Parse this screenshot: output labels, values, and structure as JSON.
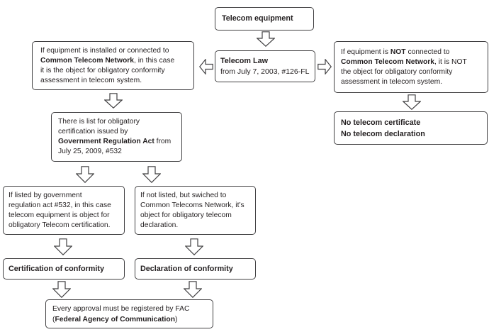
{
  "diagram": {
    "description": "Telecom equipment obligatory conformity assessment flowchart",
    "colors": {
      "border": "#414042",
      "text": "#231f20",
      "background": "#ffffff",
      "arrow_fill": "#ffffff"
    },
    "boxes": {
      "telecom_equipment": {
        "lines": [
          [
            {
              "t": "Telecom equipment",
              "b": true
            }
          ]
        ]
      },
      "telecom_law": {
        "lines": [
          [
            {
              "t": "Telecom Law",
              "b": true
            }
          ],
          [
            {
              "t": "from July 7, 2003, #126-FL",
              "b": false
            }
          ]
        ]
      },
      "connected": {
        "lines": [
          [
            {
              "t": "If equipment is installed or connected to",
              "b": false
            }
          ],
          [
            {
              "t": "Common Telecom Network",
              "b": true
            },
            {
              "t": ", in this case",
              "b": false
            }
          ],
          [
            {
              "t": "it is the object for obligatory conformity",
              "b": false
            }
          ],
          [
            {
              "t": "assessment in telecom system.",
              "b": false
            }
          ]
        ]
      },
      "not_connected": {
        "lines": [
          [
            {
              "t": "If equipment is ",
              "b": false
            },
            {
              "t": "NOT",
              "b": true
            },
            {
              "t": " connected to",
              "b": false
            }
          ],
          [
            {
              "t": "Common Telecom Network",
              "b": true
            },
            {
              "t": ", it is NOT",
              "b": false
            }
          ],
          [
            {
              "t": "the object for obligatory conformity",
              "b": false
            }
          ],
          [
            {
              "t": "assessment in telecom system.",
              "b": false
            }
          ]
        ]
      },
      "no_telecom": {
        "lines": [
          [
            {
              "t": "No telecom certificate",
              "b": true
            }
          ],
          [
            {
              "t": "No telecom declaration",
              "b": true
            }
          ]
        ]
      },
      "obligatory_list": {
        "lines": [
          [
            {
              "t": "There is list for obligatory",
              "b": false
            }
          ],
          [
            {
              "t": "certification issued by",
              "b": false
            }
          ],
          [
            {
              "t": "Government Regulation Act",
              "b": true
            },
            {
              "t": " from",
              "b": false
            }
          ],
          [
            {
              "t": "July 25, 2009, #532",
              "b": false
            }
          ]
        ]
      },
      "if_listed": {
        "lines": [
          [
            {
              "t": "If listed by government",
              "b": false
            }
          ],
          [
            {
              "t": "regulation act #532, in this case",
              "b": false
            }
          ],
          [
            {
              "t": "telecom equipment is object for",
              "b": false
            }
          ],
          [
            {
              "t": "obligatory Telecom certification.",
              "b": false
            }
          ]
        ]
      },
      "if_not_listed": {
        "lines": [
          [
            {
              "t": "If not listed, but swiched to",
              "b": false
            }
          ],
          [
            {
              "t": "Common Telecoms Network, it’s",
              "b": false
            }
          ],
          [
            {
              "t": "object for obligatory telecom",
              "b": false
            }
          ],
          [
            {
              "t": "declaration.",
              "b": false
            }
          ]
        ]
      },
      "certification": {
        "lines": [
          [
            {
              "t": "Certification of conformity",
              "b": true
            }
          ]
        ]
      },
      "declaration": {
        "lines": [
          [
            {
              "t": "Declaration of conformity",
              "b": true
            }
          ]
        ]
      },
      "registration": {
        "lines": [
          [
            {
              "t": "Every approval must be registered by FAC",
              "b": false
            }
          ],
          [
            {
              "t": "(",
              "b": false
            },
            {
              "t": "Federal Agency of Communication",
              "b": true
            },
            {
              "t": ")",
              "b": false
            }
          ]
        ]
      }
    },
    "edges": [
      {
        "from": "telecom_equipment",
        "to": "telecom_law",
        "direction": "down"
      },
      {
        "from": "telecom_law",
        "to": "connected",
        "direction": "left"
      },
      {
        "from": "telecom_law",
        "to": "not_connected",
        "direction": "right"
      },
      {
        "from": "connected",
        "to": "obligatory_list",
        "direction": "down"
      },
      {
        "from": "not_connected",
        "to": "no_telecom",
        "direction": "down"
      },
      {
        "from": "obligatory_list",
        "to": "if_listed",
        "direction": "down"
      },
      {
        "from": "obligatory_list",
        "to": "if_not_listed",
        "direction": "down"
      },
      {
        "from": "if_listed",
        "to": "certification",
        "direction": "down"
      },
      {
        "from": "if_not_listed",
        "to": "declaration",
        "direction": "down"
      },
      {
        "from": "certification",
        "to": "registration",
        "direction": "down"
      },
      {
        "from": "declaration",
        "to": "registration",
        "direction": "down"
      }
    ]
  }
}
